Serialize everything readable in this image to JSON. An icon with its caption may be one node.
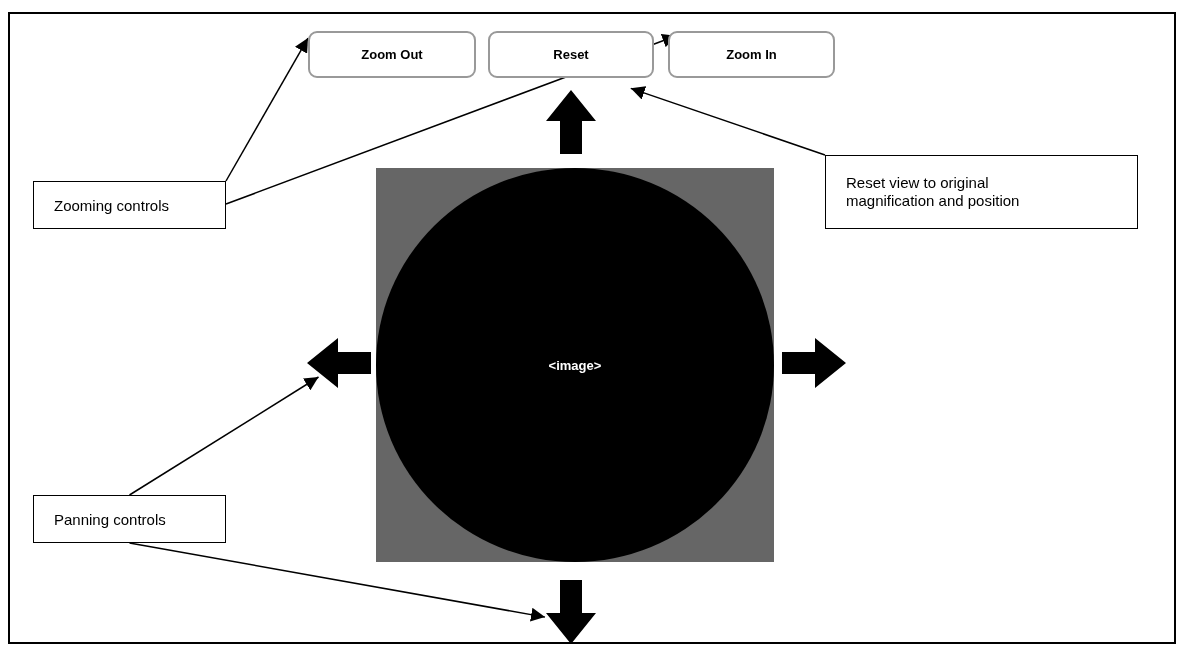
{
  "diagram": {
    "nodes": [
      {
        "text": [
          "Zoom Out"
        ]
      },
      {
        "text": [
          "Reset"
        ]
      },
      {
        "text": [
          "Zoom In"
        ]
      },
      {
        "text": [],
        "shape": "arrow"
      },
      {
        "text": [
          "Zooming controls"
        ]
      },
      {
        "text": [
          "Reset view to original magnification and position"
        ]
      },
      {
        "text": [],
        "shape": "arrow"
      },
      {
        "text": [
          "<image>"
        ]
      },
      {
        "text": [],
        "shape": "arrow"
      },
      {
        "text": [
          "Panning controls"
        ]
      },
      {
        "text": [],
        "shape": "arrow"
      }
    ],
    "edges": [
      {
        "from": 4,
        "to": 0,
        "arrow": "to"
      },
      {
        "from": 4,
        "to": 2,
        "arrow": "to"
      },
      {
        "from": 5,
        "to": 1,
        "arrow": "to"
      },
      {
        "from": 9,
        "to": 6,
        "arrow": "to"
      },
      {
        "from": 9,
        "to": 10,
        "arrow": "to"
      }
    ]
  }
}
